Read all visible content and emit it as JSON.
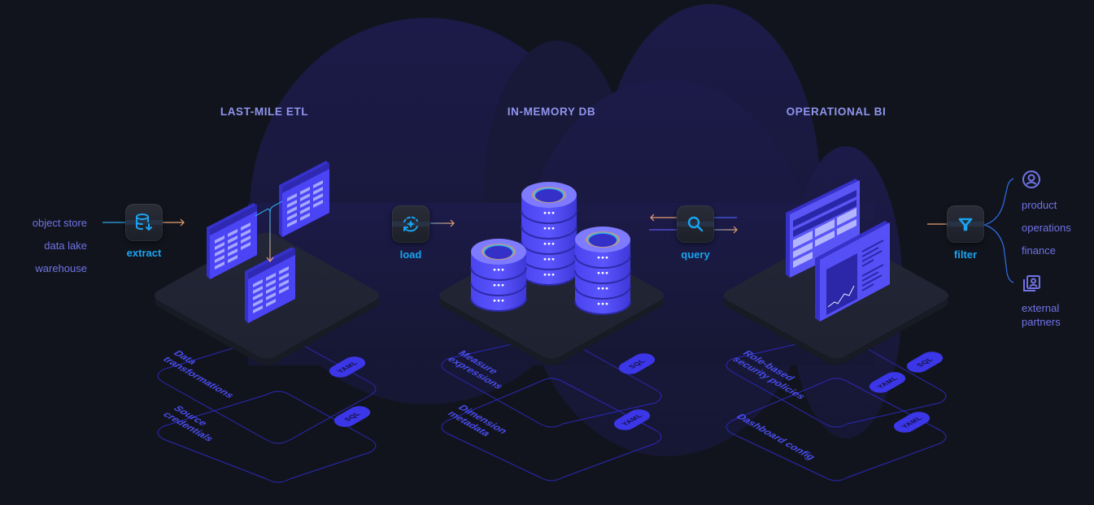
{
  "diagram": {
    "stages": [
      {
        "title": "LAST-MILE ETL",
        "layers": [
          {
            "label_lines": [
              "Data",
              "transformations"
            ],
            "badges": [
              "YAML"
            ]
          },
          {
            "label_lines": [
              "Source",
              "credentials"
            ],
            "badges": [
              "SQL"
            ]
          }
        ]
      },
      {
        "title": "IN-MEMORY DB",
        "layers": [
          {
            "label_lines": [
              "Measure",
              "expressions"
            ],
            "badges": [
              "SQL"
            ]
          },
          {
            "label_lines": [
              "Dimension",
              "metadata"
            ],
            "badges": [
              "YAML"
            ]
          }
        ]
      },
      {
        "title": "OPERATIONAL BI",
        "layers": [
          {
            "label_lines": [
              "Role-based",
              "security policies"
            ],
            "badges": [
              "YAML",
              "SQL"
            ]
          },
          {
            "label_lines": [
              "Dashboard config"
            ],
            "badges": [
              "YAML"
            ]
          }
        ]
      }
    ],
    "sources": [
      "object store",
      "data lake",
      "warehouse"
    ],
    "steps": [
      {
        "label": "extract",
        "icon": "database-download-icon"
      },
      {
        "label": "load",
        "icon": "refresh-sparkle-icon"
      },
      {
        "label": "query",
        "icon": "search-icon"
      },
      {
        "label": "filter",
        "icon": "funnel-icon"
      }
    ],
    "consumers": {
      "internal_icon": "user-circle-icon",
      "internal": [
        "product",
        "operations",
        "finance"
      ],
      "external_icon": "portrait-stack-icon",
      "external_lines": [
        "external",
        "partners"
      ]
    },
    "colors": {
      "background": "#12141d",
      "cloud": "#191a3a",
      "platform": "#1f2230",
      "accent_blue": "#1aa3ee",
      "indigo": "#4b44f5",
      "label_purple": "#6f73e6",
      "title_purple": "#8f95ee",
      "arrow_orange": "#e8a070",
      "badge": "#3b36e8"
    }
  }
}
